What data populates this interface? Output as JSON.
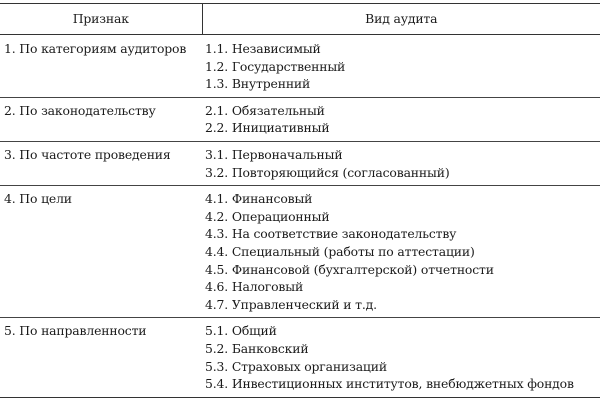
{
  "header": {
    "col1": "Признак",
    "col2": "Вид аудита"
  },
  "rows": [
    {
      "criterion": "1. По категориям аудиторов",
      "types": [
        "1.1. Независимый",
        "1.2. Государственный",
        "1.3. Внутренний"
      ]
    },
    {
      "criterion": "2. По законодательству",
      "types": [
        "2.1. Обязательный",
        "2.2. Инициативный"
      ]
    },
    {
      "criterion": "3. По частоте проведения",
      "types": [
        "3.1. Первоначальный",
        "3.2. Повторяющийся (согласованный)"
      ]
    },
    {
      "criterion": "4. По цели",
      "types": [
        "4.1. Финансовый",
        "4.2. Операционный",
        "4.3. На соответствие законодательству",
        "4.4. Специальный (работы по аттестации)",
        "4.5. Финансовой (бухгалтерской) отчетности",
        "4.6. Налоговый",
        "4.7. Управленческий и т.д."
      ]
    },
    {
      "criterion": "5. По направленности",
      "types": [
        "5.1. Общий",
        "5.2. Банковский",
        "5.3. Страховых организаций",
        "5.4. Инвестиционных институтов, внебюджетных фондов"
      ]
    }
  ]
}
